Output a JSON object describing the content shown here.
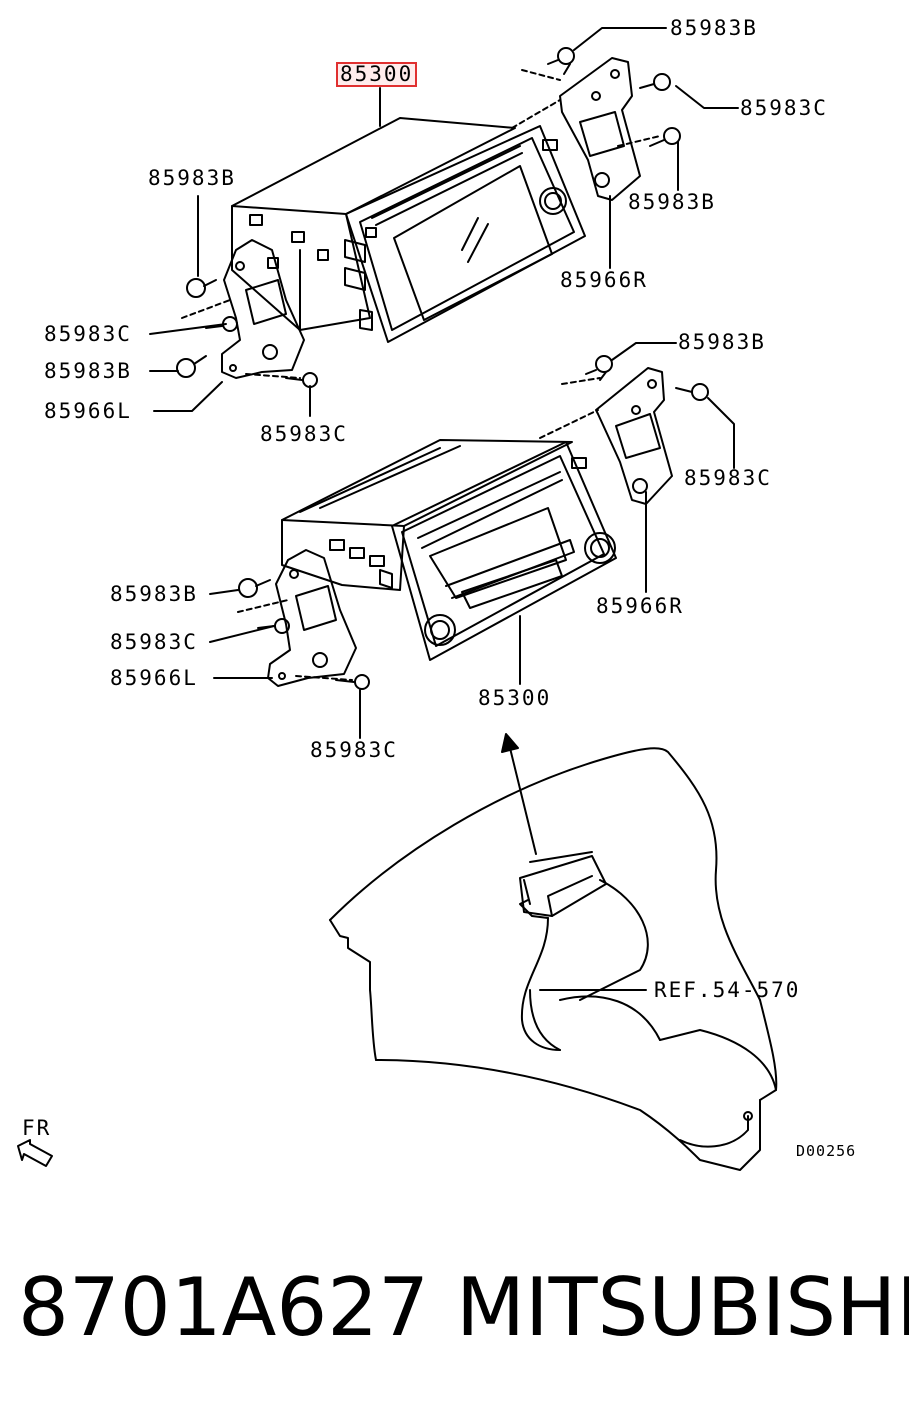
{
  "labels": {
    "top_unit": "85300",
    "top_b_top": "85983B",
    "top_c_right": "85983C",
    "top_b_right": "85983B",
    "top_r": "85966R",
    "top_b_left": "85983B",
    "top_c_left": "85983C",
    "top_b_left2": "85983B",
    "top_l": "85966L",
    "top_c_bottom": "85983C",
    "mid_b_top": "85983B",
    "mid_c_right": "85983C",
    "mid_r": "85966R",
    "mid_b_left": "85983B",
    "mid_c_left": "85983C",
    "mid_l": "85966L",
    "mid_c_bottom": "85983C",
    "mid_unit": "85300",
    "ref": "REF.54-570",
    "fr": "FR",
    "drawing_code": "D00256"
  },
  "footer": {
    "part_number": "8701A627",
    "brand": "MITSUBISHI"
  }
}
